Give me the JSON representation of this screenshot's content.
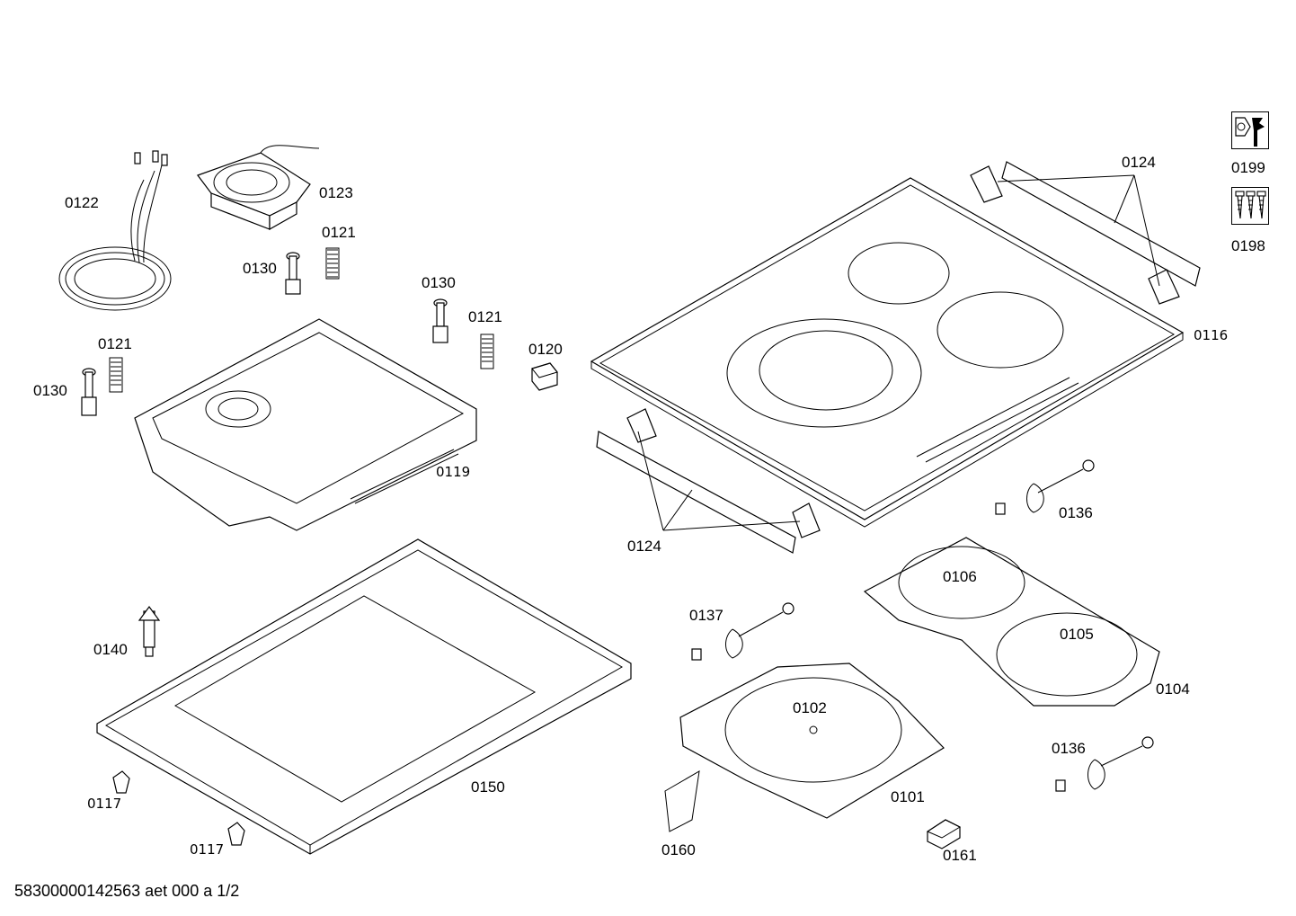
{
  "diagram": {
    "labels": {
      "p0122": "0122",
      "p0123": "0123",
      "p0121a": "0121",
      "p0130a": "0130",
      "p0130b": "0130",
      "p0121b": "0121",
      "p0121c": "0121",
      "p0130c": "0130",
      "p0120": "0120",
      "p0119": "0119",
      "p0124a": "0124",
      "p0116": "0116",
      "p0124b": "0124",
      "p0136a": "0136",
      "p0199": "0199",
      "p0198": "0198",
      "p0106": "0106",
      "p0105": "0105",
      "p0104": "0104",
      "p0137": "0137",
      "p0102": "0102",
      "p0136b": "0136",
      "p0101": "0101",
      "p0161": "0161",
      "p0160": "0160",
      "p0140": "0140",
      "p0150": "0150",
      "p0117a": "0117",
      "p0117b": "0117"
    },
    "document_id": "58300000142563 aet 000 a 1/2",
    "icons": {
      "tool_wrench": "wrench-icon",
      "tool_screws": "screws-icon"
    }
  }
}
